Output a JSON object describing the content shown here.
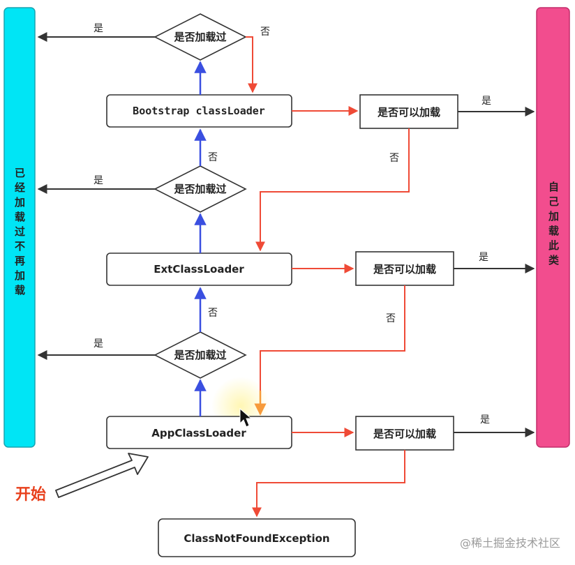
{
  "diagram": {
    "left_bar_label": "已经加载过不再加载",
    "right_bar_label": "自己加载此类",
    "loaders": {
      "bootstrap": "Bootstrap classLoader",
      "ext": "ExtClassLoader",
      "app": "AppClassLoader",
      "exception": "ClassNotFoundException"
    },
    "check_loaded": "是否加载过",
    "can_load": "是否可以加载",
    "yes": "是",
    "no": "否",
    "start_label": "开始",
    "watermark": "@稀土掘金技术社区",
    "colors": {
      "left_bar": "#00e5f5",
      "right_bar": "#f24d8e",
      "blue_arrow": "#3a4fe0",
      "red_arrow": "#ef4a36",
      "orange_arrow": "#f79a3a",
      "black_arrow": "#333333",
      "start_text": "#e8401c"
    }
  }
}
